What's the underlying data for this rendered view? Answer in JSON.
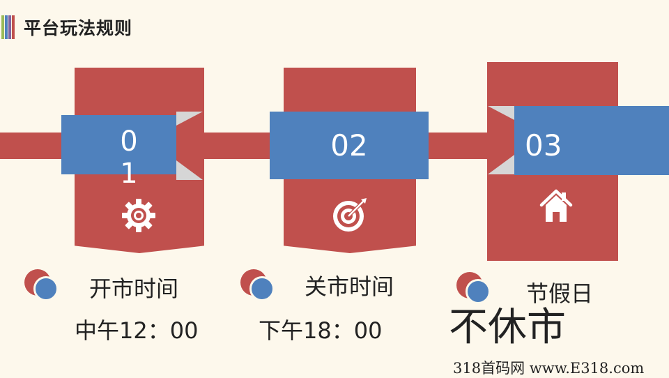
{
  "header": {
    "title": "平台玩法规则",
    "stripe_colors": [
      "#9bbb59",
      "#4f81bd",
      "#8064a2",
      "#c0504d"
    ]
  },
  "colors": {
    "red": "#c0504d",
    "blue": "#4f81bd",
    "background": "#fdf8ec"
  },
  "steps": [
    {
      "number": "0\n1",
      "icon": "gear-icon",
      "label": "开市时间",
      "value": "中午12：00"
    },
    {
      "number": "02",
      "icon": "target-icon",
      "label": "关市时间",
      "value": "下午18：00"
    },
    {
      "number": "03",
      "icon": "home-icon",
      "label": "节假日",
      "value": "不休市"
    }
  ],
  "footer": {
    "watermark": "318首码网 www.E318.com"
  }
}
